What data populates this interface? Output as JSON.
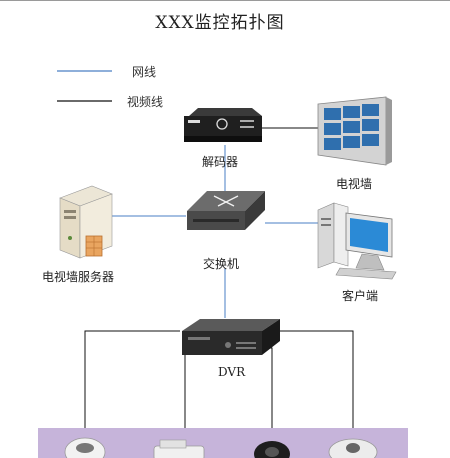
{
  "title": "XXX监控拓扑图",
  "legend": {
    "network": {
      "label": "网线",
      "color": "#4a7fc4"
    },
    "video": {
      "label": "视频线",
      "color": "#111111"
    }
  },
  "nodes": {
    "decoder": {
      "label": "解码器"
    },
    "video_wall": {
      "label": "电视墙"
    },
    "switch": {
      "label": "交换机"
    },
    "wall_server": {
      "label": "电视墙服务器"
    },
    "client": {
      "label": "客户端"
    },
    "dvr": {
      "label": "DVR"
    }
  },
  "camera_band_color": "#c6b4da"
}
